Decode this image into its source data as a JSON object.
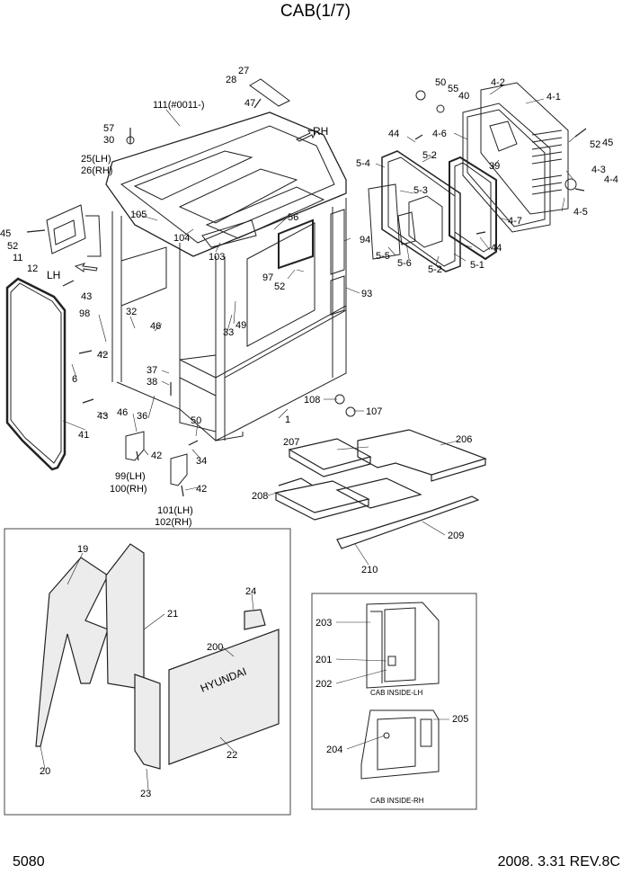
{
  "page": {
    "title": "CAB(1/7)",
    "page_number": "5080",
    "revision": "2008. 3.31  REV.8C"
  },
  "callouts": {
    "c1": "1",
    "c4_1": "4-1",
    "c4_2": "4-2",
    "c4_3": "4-3",
    "c4_4": "4-4",
    "c4_5": "4-5",
    "c4_6": "4-6",
    "c4_7": "4-7",
    "c5_1": "5-1",
    "c5_2a": "5-2",
    "c5_2b": "5-2",
    "c5_3": "5-3",
    "c5_4": "5-4",
    "c5_5": "5-5",
    "c5_6": "5-6",
    "c6": "6",
    "c11": "11",
    "c12": "12",
    "c25": "25(LH)",
    "c26": "26(RH)",
    "c27": "27",
    "c28": "28",
    "c30": "30",
    "c32": "32",
    "c33": "33",
    "c34": "34",
    "c36": "36",
    "c37": "37",
    "c38": "38",
    "c39": "39",
    "c40": "40",
    "c41": "41",
    "c42a": "42",
    "c42b": "42",
    "c42c": "42",
    "c43a": "43",
    "c43b": "43",
    "c44a": "44",
    "c44b": "44",
    "c45a": "45",
    "c45b": "45",
    "c46a": "46",
    "c46b": "46",
    "c47": "47",
    "c49": "49",
    "c50a": "50",
    "c50b": "50",
    "c52a": "52",
    "c52b": "52",
    "c52c": "52",
    "c55": "55",
    "c56": "56",
    "c57": "57",
    "c93": "93",
    "c94": "94",
    "c97": "97",
    "c98": "98",
    "c99": "99(LH)",
    "c100": "100(RH)",
    "c101": "101(LH)",
    "c102": "102(RH)",
    "c103": "103",
    "c104": "104",
    "c105": "105",
    "c107": "107",
    "c108": "108",
    "c111": "111(#0011-)",
    "c206": "206",
    "c207": "207",
    "c208": "208",
    "c209": "209",
    "c210": "210",
    "c19": "19",
    "c20": "20",
    "c21": "21",
    "c22": "22",
    "c23": "23",
    "c24": "24",
    "c200": "200",
    "c201": "201",
    "c202": "202",
    "c203": "203",
    "c204": "204",
    "c205": "205"
  },
  "labels": {
    "rh": "RH",
    "lh": "LH",
    "brand": "HYUNDAI",
    "cab_inside_lh": "CAB INSIDE-LH",
    "cab_inside_rh": "CAB INSIDE-RH"
  }
}
